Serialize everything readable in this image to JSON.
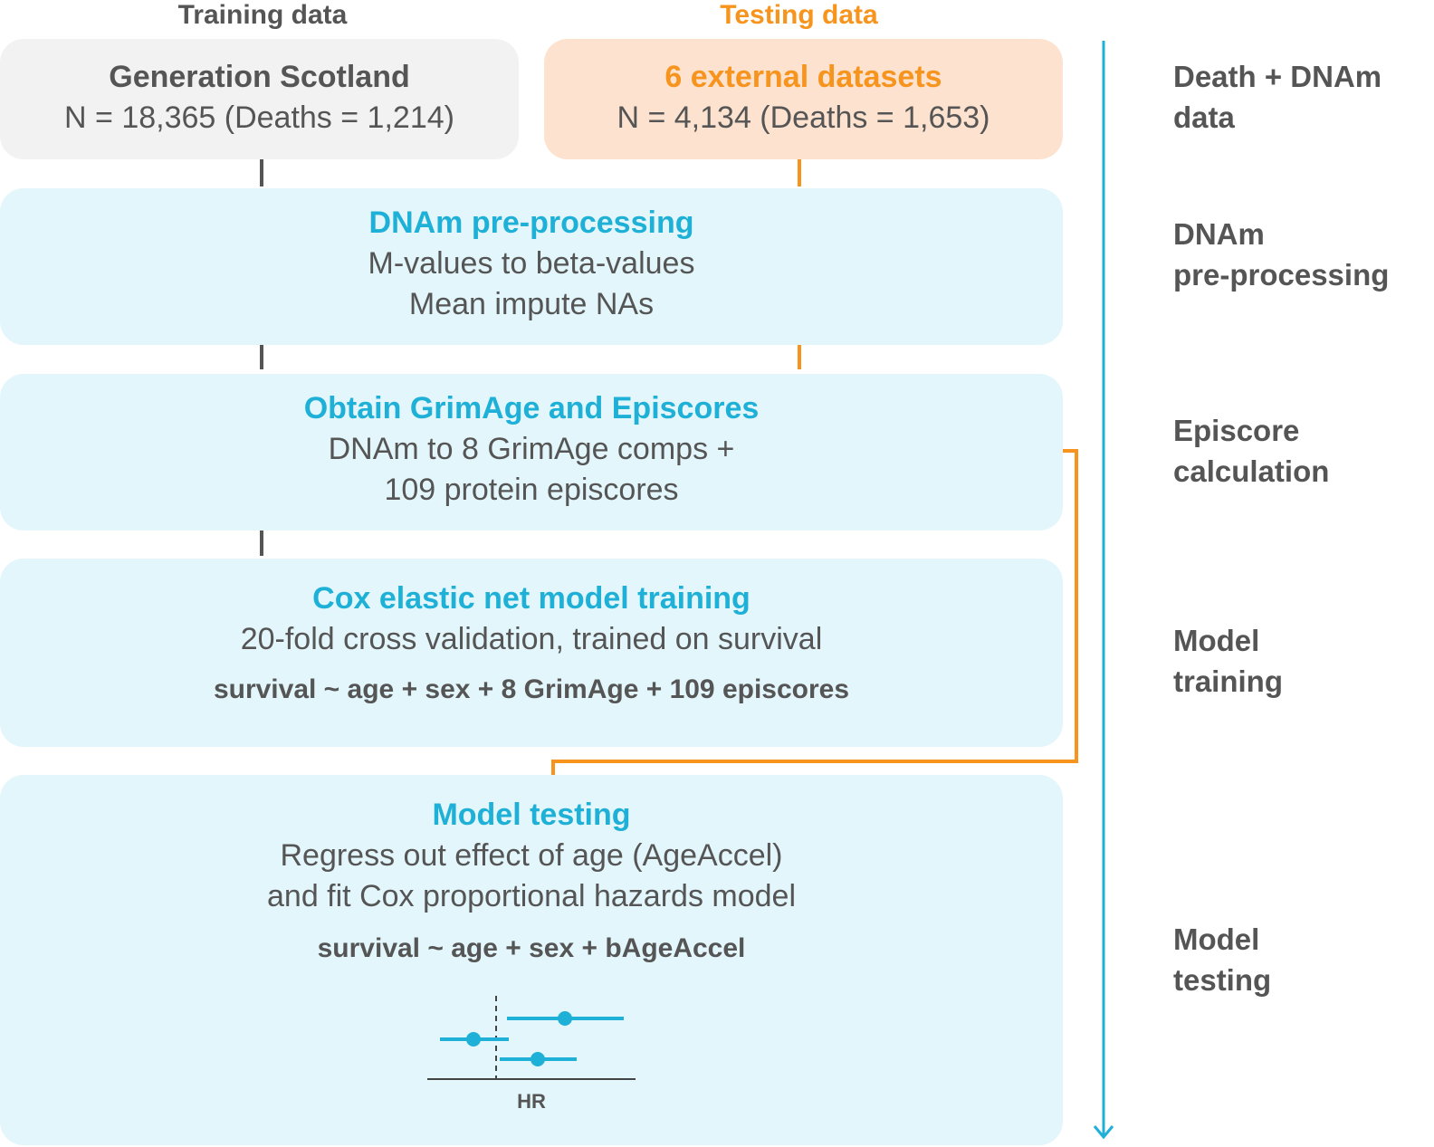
{
  "colors": {
    "training": "#555555",
    "testing": "#f7941d",
    "accent_blue": "#1eb0d6",
    "grey_box": "#f2f2f2",
    "orange_box": "#fde2cf",
    "blue_box": "#e2f6fb"
  },
  "columns": {
    "training_label": "Training data",
    "testing_label": "Testing data"
  },
  "training_box": {
    "title": "Generation Scotland",
    "subtitle": "N = 18,365 (Deaths = 1,214)"
  },
  "testing_box": {
    "title": "6 external datasets",
    "subtitle": "N = 4,134 (Deaths = 1,653)"
  },
  "preprocessing": {
    "title": "DNAm pre-processing",
    "line1": "M-values to beta-values",
    "line2": "Mean impute NAs"
  },
  "episcores": {
    "title": "Obtain GrimAge and Episcores",
    "line1": "DNAm to 8 GrimAge comps +",
    "line2": "109 protein episcores"
  },
  "training": {
    "title": "Cox elastic net model training",
    "line1": "20-fold cross validation, trained on survival",
    "formula": "survival ~ age + sex + 8 GrimAge + 109 episcores"
  },
  "testing": {
    "title": "Model testing",
    "line1": "Regress out effect of age (AgeAccel)",
    "line2": "and fit Cox proportional hazards model",
    "formula": "survival ~ age + sex + bAgeAccel",
    "forest_axis_label": "HR"
  },
  "side_labels": {
    "s1_l1": "Death + DNAm",
    "s1_l2": "data",
    "s2_l1": "DNAm",
    "s2_l2": "pre-processing",
    "s3_l1": "Episcore",
    "s3_l2": "calculation",
    "s4_l1": "Model",
    "s4_l2": "training",
    "s5_l1": "Model",
    "s5_l2": "testing"
  }
}
